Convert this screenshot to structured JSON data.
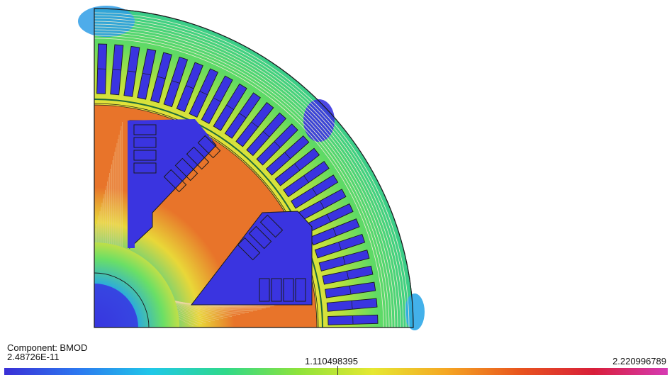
{
  "legend": {
    "component_label": "Component: BMOD",
    "min_value": "2.48726E-11",
    "mid_value": "1.110498395",
    "max_value": "2.220996789"
  },
  "colormap": [
    "#3a2fd6",
    "#2c78f0",
    "#20c8e8",
    "#2fd98a",
    "#8fe33a",
    "#e6e832",
    "#f5a623",
    "#e8541e",
    "#d81e3a",
    "#d63bb4"
  ],
  "field_colors": {
    "low": "#3a34e0",
    "mid_low": "#2fa8e8",
    "mid": "#6ce060",
    "mid_high": "#e6e23a",
    "high": "#e8742a",
    "flux_line": "#f3efd6",
    "outline": "#1b1b1b"
  },
  "icons": {
    "midtick": "tick-mark"
  }
}
